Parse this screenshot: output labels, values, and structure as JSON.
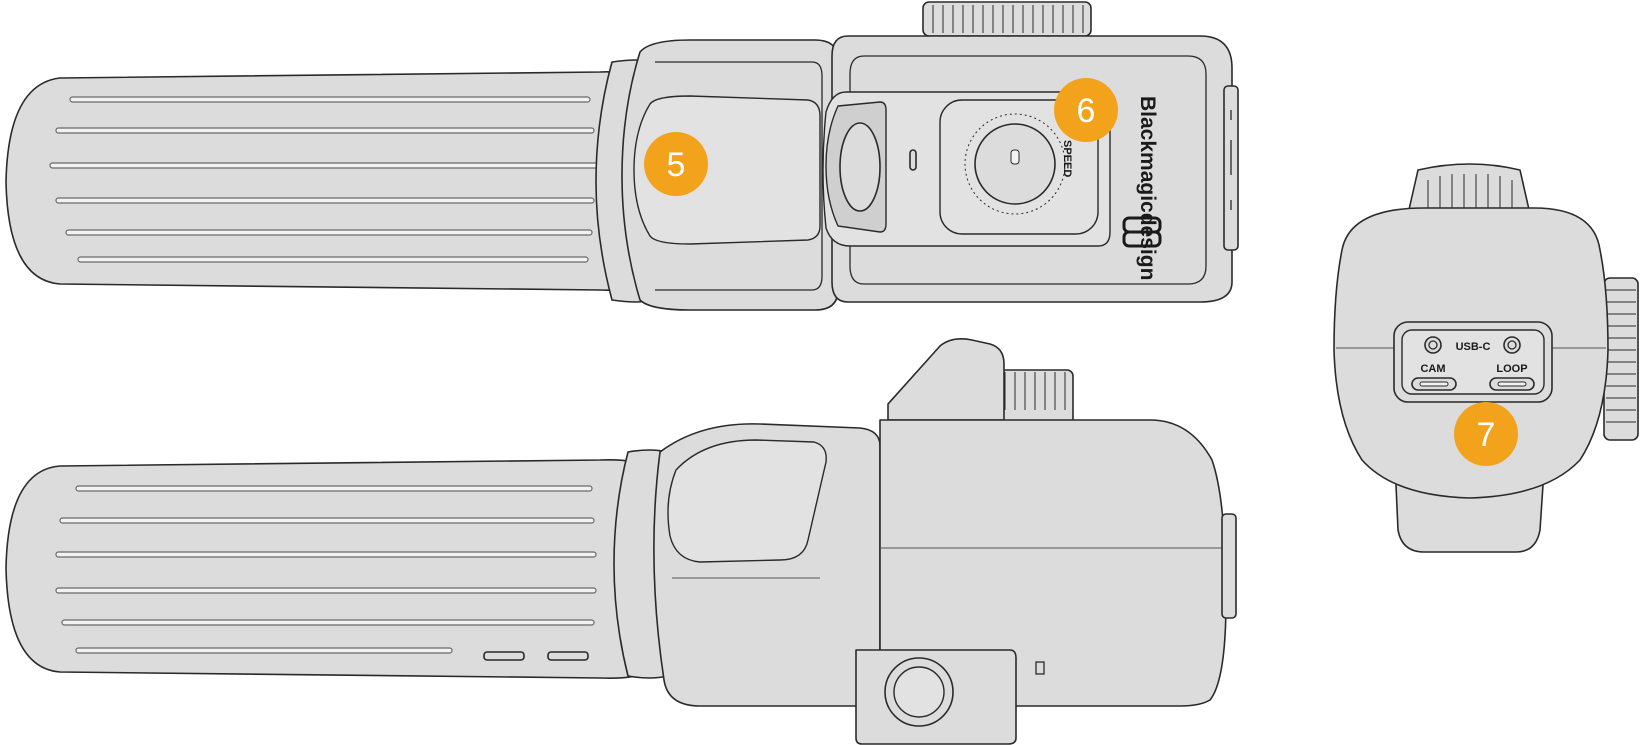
{
  "brand": {
    "wordmark": "Blackmagicdesign"
  },
  "top_view": {
    "dial_label": "SPEED"
  },
  "end_view": {
    "port_group_label": "USB-C",
    "ports": [
      {
        "label": "CAM"
      },
      {
        "label": "LOOP"
      }
    ]
  },
  "callouts": [
    {
      "number": "5",
      "color": "#f3a21c"
    },
    {
      "number": "6",
      "color": "#f3a21c"
    },
    {
      "number": "7",
      "color": "#f3a21c"
    }
  ],
  "colors": {
    "body_fill": "#dcdcdc",
    "outline": "#2a2a2a",
    "callout": "#f3a21c"
  }
}
